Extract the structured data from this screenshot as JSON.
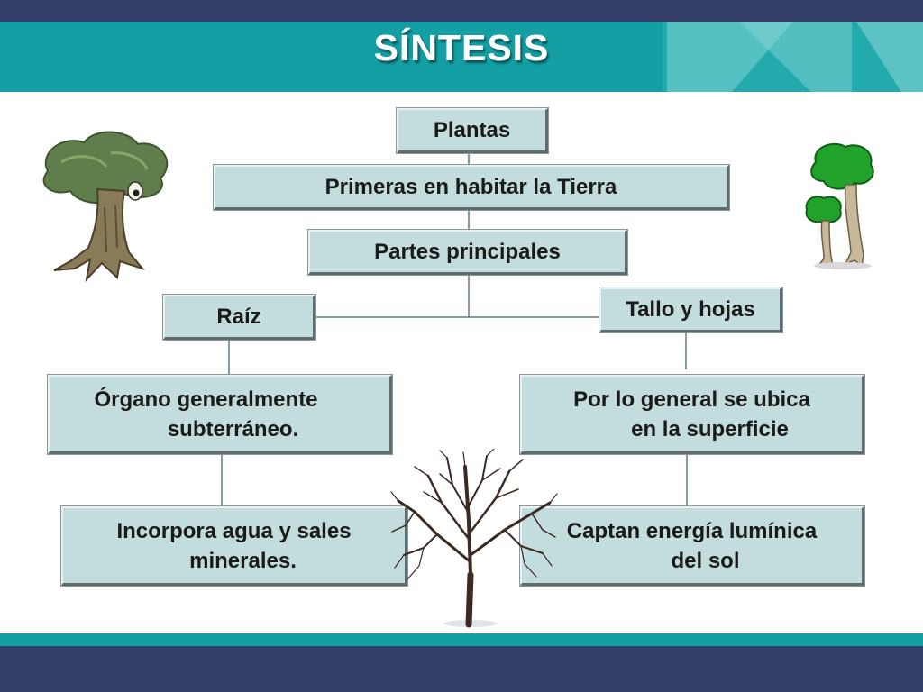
{
  "slide": {
    "title": "SÍNTESIS"
  },
  "nodes": {
    "plantas": "Plantas",
    "primeras": "Primeras en habitar la Tierra",
    "partes": "Partes principales",
    "raiz": "Raíz",
    "tallo": "Tallo y hojas",
    "organo_line1": "Órgano generalmente",
    "organo_line2": "subterráneo.",
    "ubica_line1": "Por lo general se ubica",
    "ubica_line2": "en la superficie",
    "incorpora_line1": "Incorpora agua y sales",
    "incorpora_line2": "minerales.",
    "captan_line1": "Captan energía lumínica",
    "captan_line2": "del sol"
  },
  "colors": {
    "band_dark": "#35406a",
    "band_teal": "#139fa3",
    "box_fill": "#c3dcdd",
    "connector": "#5b7a86"
  },
  "icons": [
    "cartoon-tree-left-icon",
    "cartoon-trees-right-icon",
    "bare-tree-icon"
  ]
}
